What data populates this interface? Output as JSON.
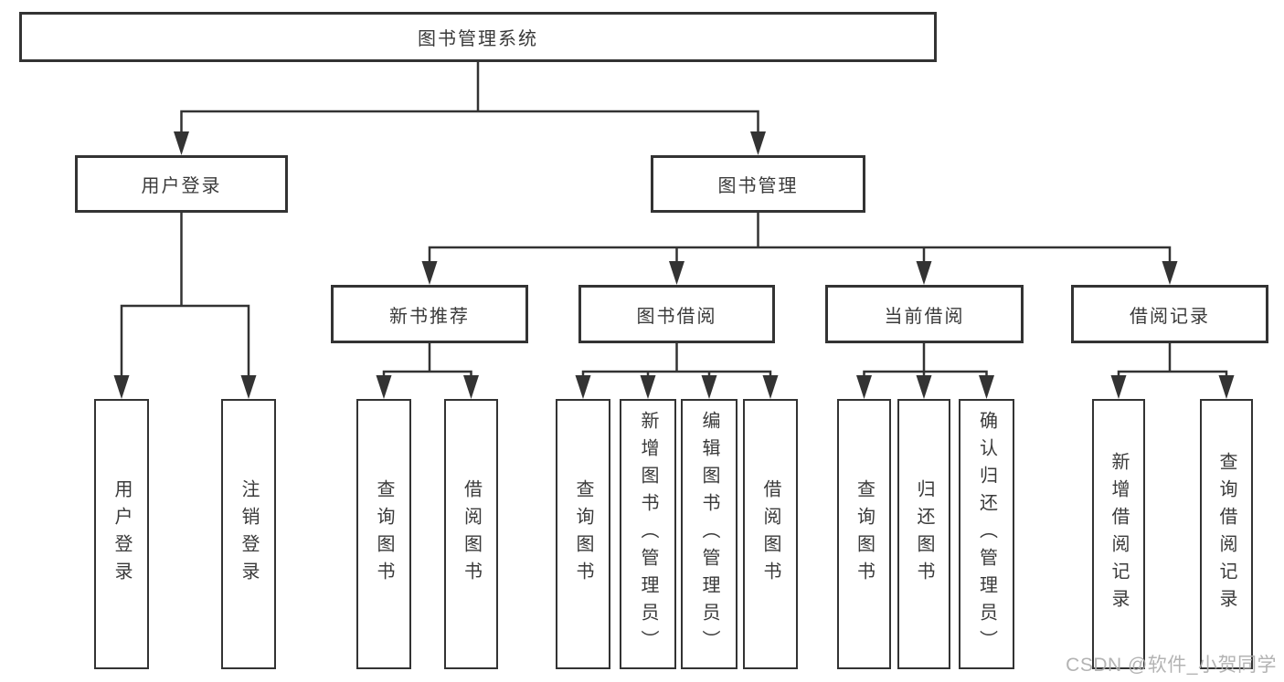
{
  "diagram": {
    "root": {
      "label": "图书管理系统"
    },
    "branches": [
      {
        "label": "用户登录",
        "children": [
          {
            "label": "用户登录"
          },
          {
            "label": "注销登录"
          }
        ]
      },
      {
        "label": "图书管理",
        "children": [
          {
            "label": "新书推荐",
            "children": [
              {
                "label": "查询图书"
              },
              {
                "label": "借阅图书"
              }
            ]
          },
          {
            "label": "图书借阅",
            "children": [
              {
                "label": "查询图书"
              },
              {
                "label": "新增图书（管理员）"
              },
              {
                "label": "编辑图书（管理员）"
              },
              {
                "label": "借阅图书"
              }
            ]
          },
          {
            "label": "当前借阅",
            "children": [
              {
                "label": "查询图书"
              },
              {
                "label": "归还图书"
              },
              {
                "label": "确认归还（管理员）"
              }
            ]
          },
          {
            "label": "借阅记录",
            "children": [
              {
                "label": "新增借阅记录"
              },
              {
                "label": "查询借阅记录"
              }
            ]
          }
        ]
      }
    ]
  },
  "watermark": {
    "text": "CSDN @软件_小贺同学"
  },
  "colors": {
    "line": "#333333",
    "box_border": "#333333",
    "text": "#3a3a3a",
    "watermark": "#acacac",
    "background": "#ffffff"
  }
}
